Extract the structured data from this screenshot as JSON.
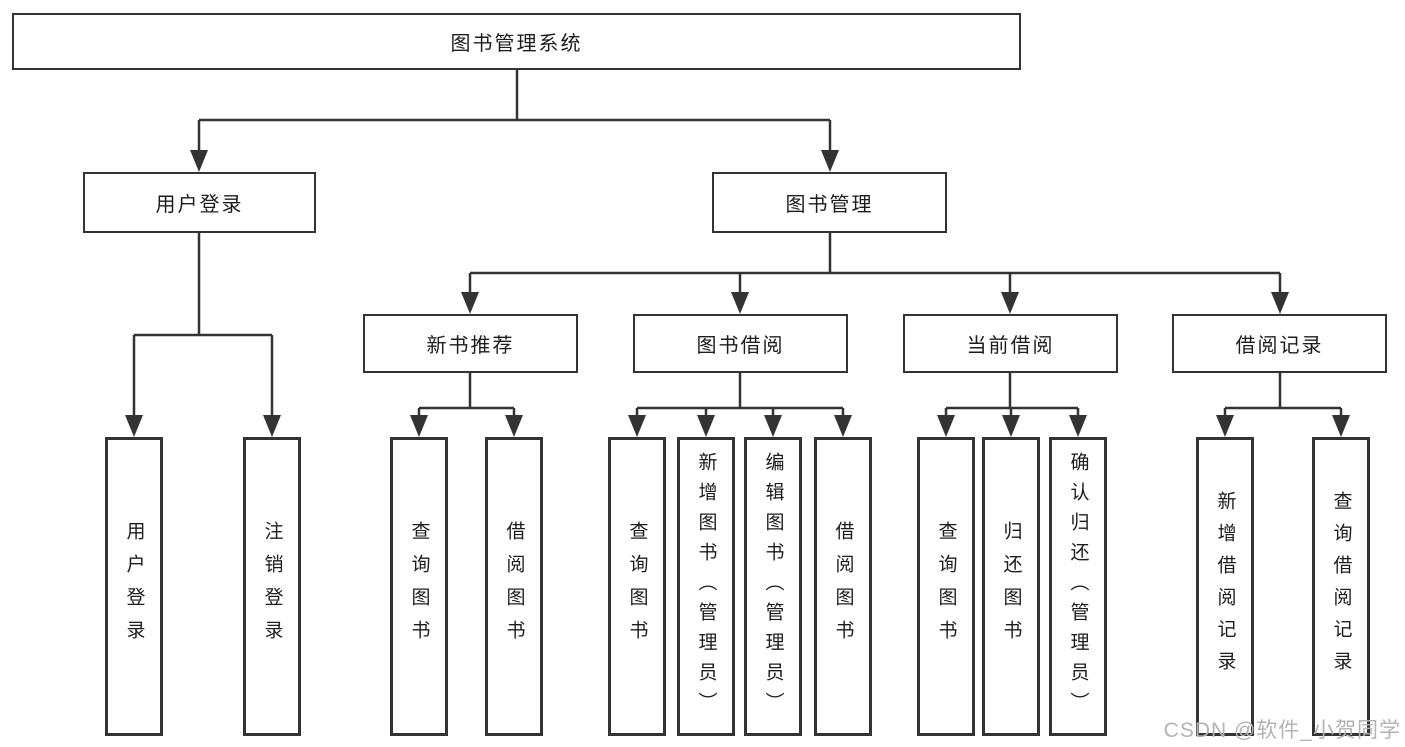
{
  "tree": {
    "label": "图书管理系统",
    "children": [
      {
        "label": "用户登录",
        "children": [
          {
            "label": "用户登录"
          },
          {
            "label": "注销登录"
          }
        ]
      },
      {
        "label": "图书管理",
        "children": [
          {
            "label": "新书推荐",
            "children": [
              {
                "label": "查询图书"
              },
              {
                "label": "借阅图书"
              }
            ]
          },
          {
            "label": "图书借阅",
            "children": [
              {
                "label": "查询图书"
              },
              {
                "label": "新增图书（管理员）"
              },
              {
                "label": "编辑图书（管理员）"
              },
              {
                "label": "借阅图书"
              }
            ]
          },
          {
            "label": "当前借阅",
            "children": [
              {
                "label": "查询图书"
              },
              {
                "label": "归还图书"
              },
              {
                "label": "确认归还（管理员）"
              }
            ]
          },
          {
            "label": "借阅记录",
            "children": [
              {
                "label": "新增借阅记录"
              },
              {
                "label": "查询借阅记录"
              }
            ]
          }
        ]
      }
    ]
  },
  "watermark": "CSDN @软件_小贺同学",
  "colors": {
    "line": "#333333",
    "box_border": "#333333",
    "text": "#1d1d1d",
    "watermark": "#b3b3b3",
    "background": "#ffffff"
  }
}
